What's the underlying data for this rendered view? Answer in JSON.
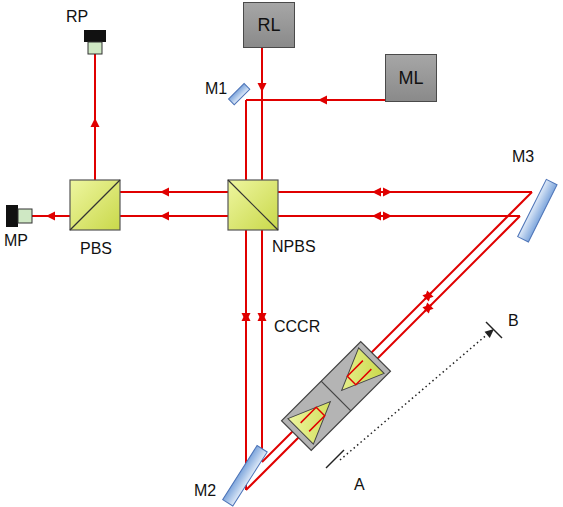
{
  "diagram": {
    "nodes": [
      {
        "text": [
          "RL"
        ]
      },
      {
        "text": [
          "ML"
        ]
      }
    ],
    "labels": [
      "RP",
      "M1",
      "MP",
      "PBS",
      "NPBS",
      "M3",
      "CCCR",
      "B",
      "M2",
      "A"
    ]
  }
}
